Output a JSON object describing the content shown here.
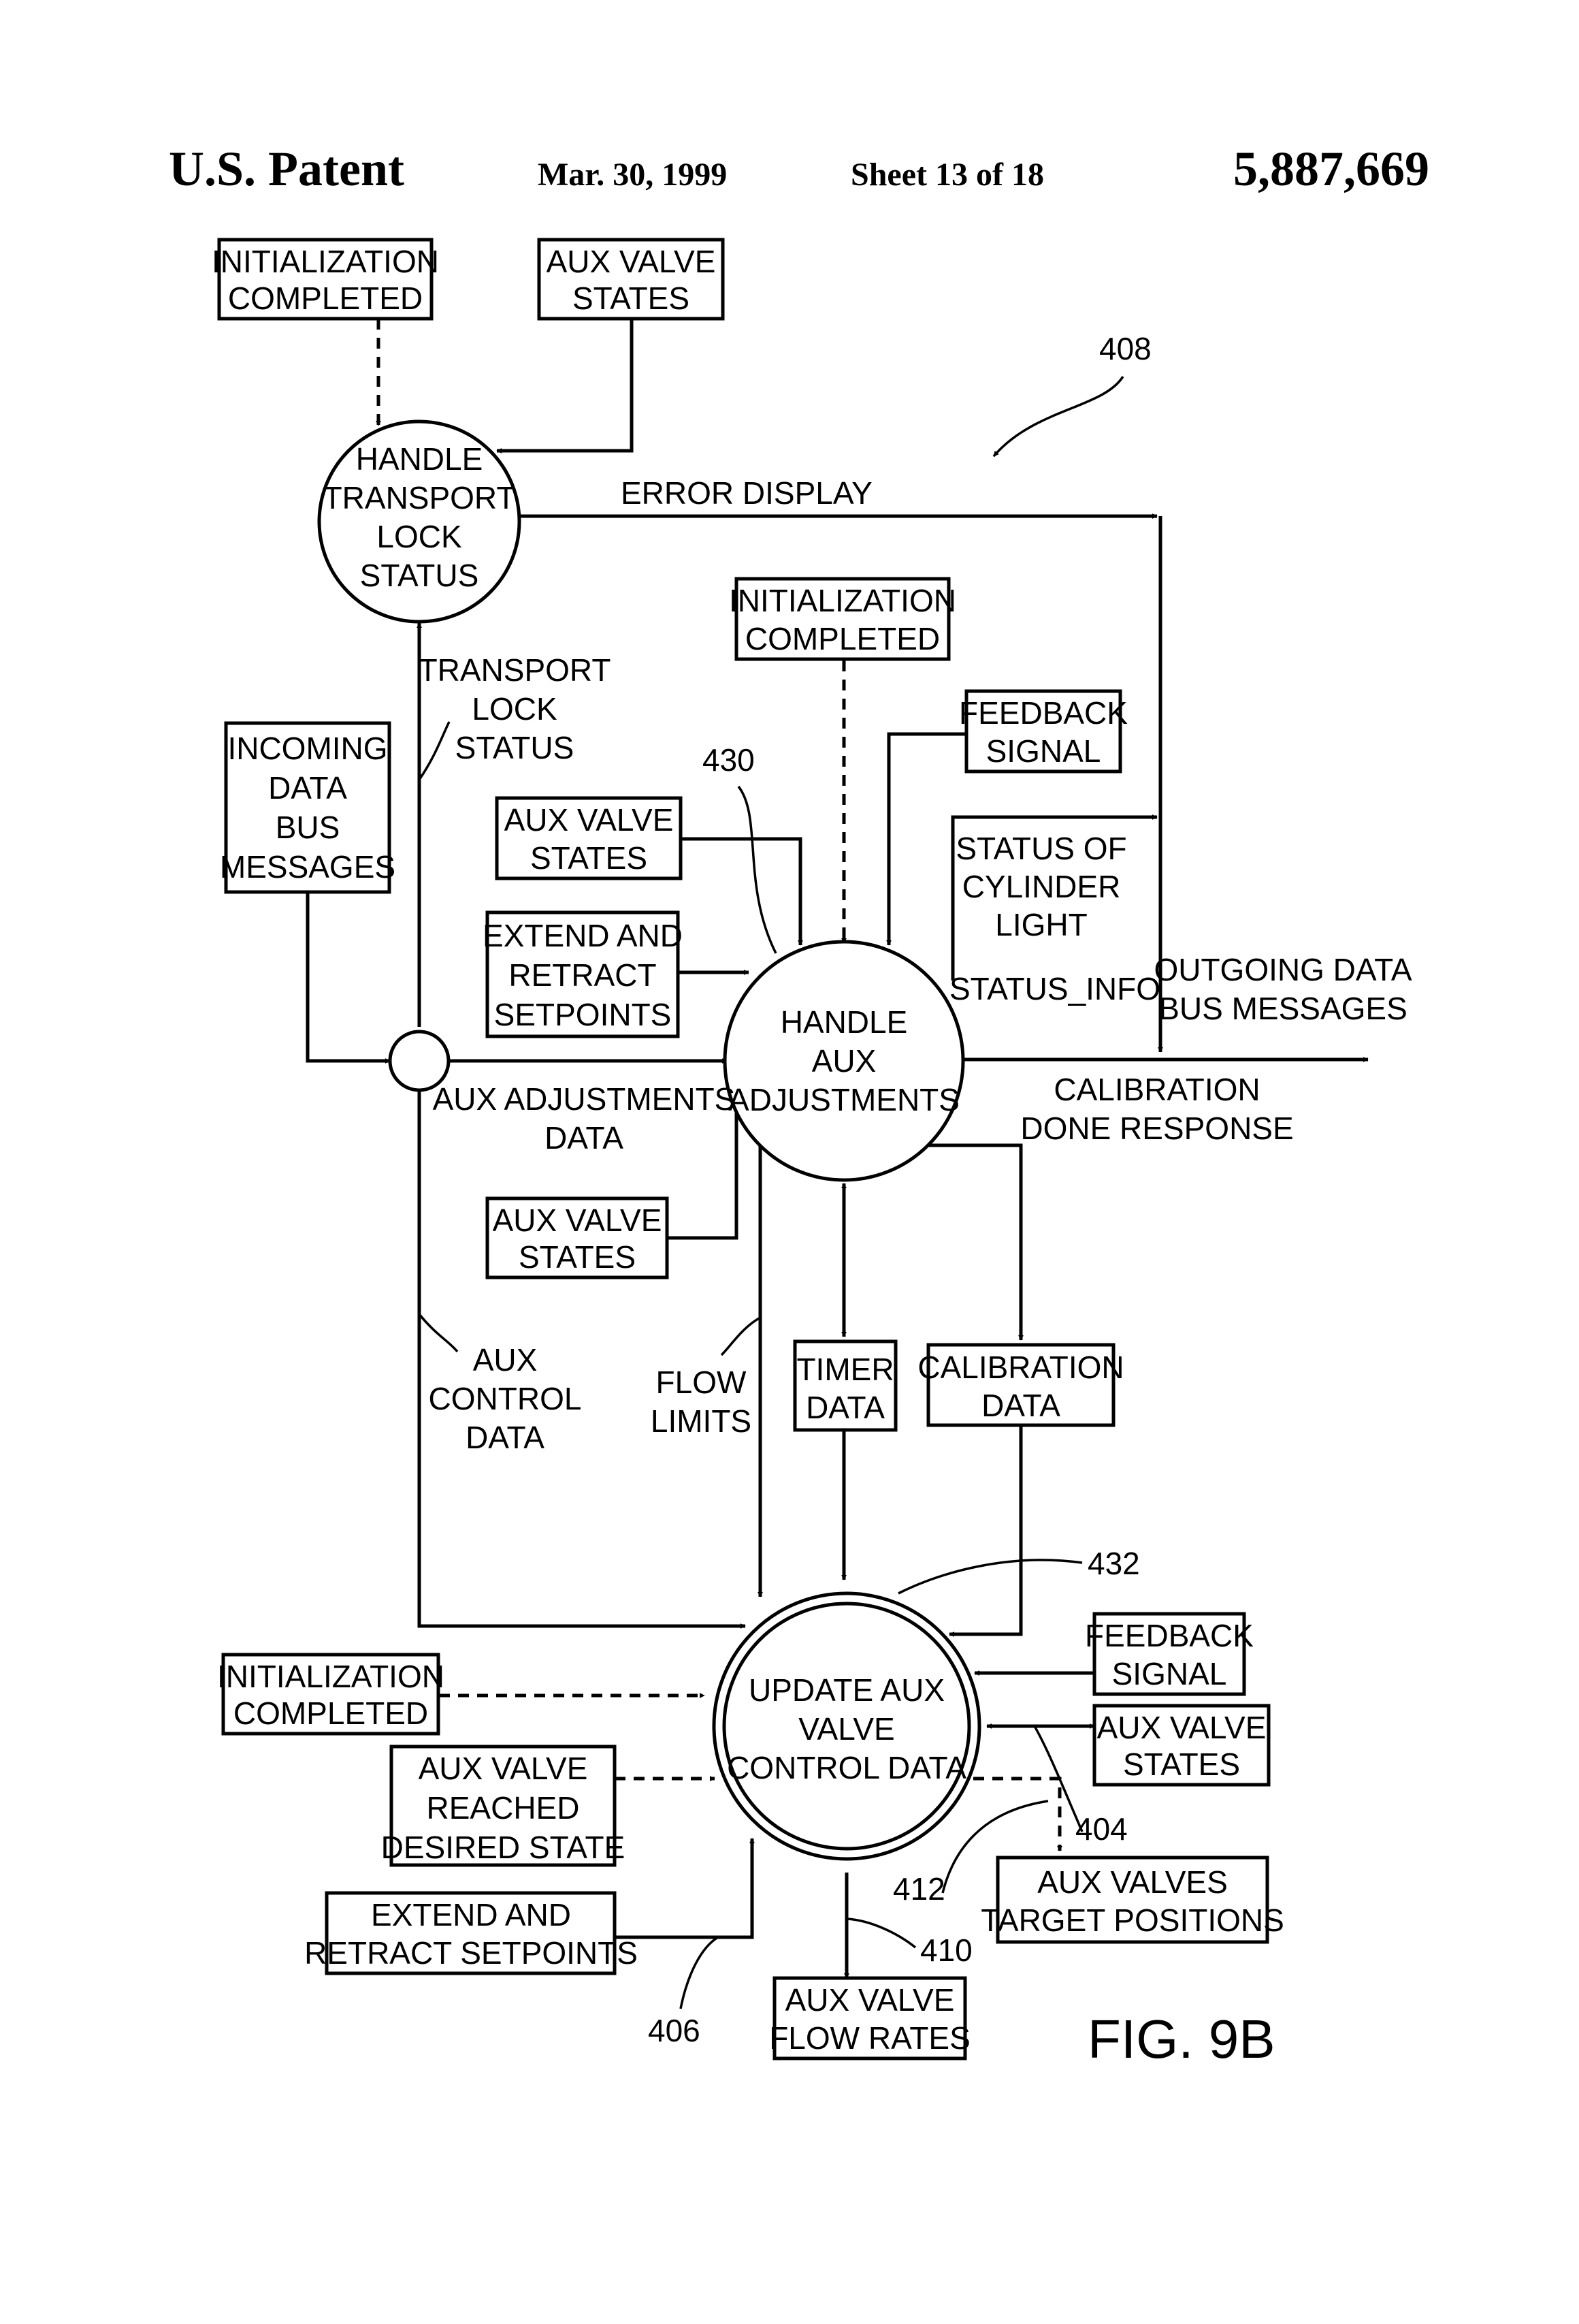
{
  "header": {
    "left": "U.S. Patent",
    "date": "Mar. 30, 1999",
    "sheet": "Sheet 13 of 18",
    "number": "5,887,669"
  },
  "processes": {
    "handle_transport": [
      "HANDLE",
      "TRANSPORT",
      "LOCK",
      "STATUS"
    ],
    "handle_aux": [
      "HANDLE",
      "AUX",
      "ADJUSTMENTS"
    ],
    "update_aux": [
      "UPDATE AUX",
      "VALVE",
      "CONTROL DATA"
    ]
  },
  "boxes": {
    "init_top": [
      "INITIALIZATION",
      "COMPLETED"
    ],
    "aux_valve_states_top": [
      "AUX VALVE",
      "STATES"
    ],
    "incoming": [
      "INCOMING",
      "DATA",
      "BUS",
      "MESSAGES"
    ],
    "init_mid": [
      "INITIALIZATION",
      "COMPLETED"
    ],
    "feedback_mid": [
      "FEEDBACK",
      "SIGNAL"
    ],
    "aux_valve_states_mid": [
      "AUX VALVE",
      "STATES"
    ],
    "extend_mid": [
      "EXTEND  AND",
      "RETRACT",
      "SETPOINTS"
    ],
    "aux_valve_states_low": [
      "AUX VALVE",
      "STATES"
    ],
    "timer": [
      "TIMER",
      "DATA"
    ],
    "calibration": [
      "CALIBRATION",
      "DATA"
    ],
    "feedback_low": [
      "FEEDBACK",
      "SIGNAL"
    ],
    "init_low": [
      "INITIALIZATION",
      "COMPLETED"
    ],
    "aux_valve_states_right": [
      "AUX VALVE",
      "STATES"
    ],
    "reached": [
      "AUX VALVE",
      "REACHED",
      "DESIRED  STATE"
    ],
    "targets": [
      "AUX VALVES",
      "TARGET POSITIONS"
    ],
    "extend_low": [
      "EXTEND  AND",
      "RETRACT  SETPOINTS"
    ],
    "flow_rates": [
      "AUX VALVE",
      "FLOW  RATES"
    ]
  },
  "flow_labels": {
    "error_display": "ERROR  DISPLAY",
    "transport_lock_status": [
      "TRANSPORT",
      "LOCK",
      "STATUS"
    ],
    "status_cylinder": [
      "STATUS  OF",
      "CYLINDER",
      "LIGHT"
    ],
    "status_info": "STATUS_INFO",
    "outgoing": [
      "OUTGOING  DATA",
      "BUS  MESSAGES"
    ],
    "aux_adjust_data": [
      "AUX  ADJUSTMENTS",
      "DATA"
    ],
    "calibration_done": [
      "CALIBRATION",
      "DONE  RESPONSE"
    ],
    "aux_control_data": [
      "AUX",
      "CONTROL",
      "DATA"
    ],
    "flow_limits": [
      "FLOW",
      "LIMITS"
    ]
  },
  "refs": {
    "r408": "408",
    "r430": "430",
    "r432": "432",
    "r404": "404",
    "r412": "412",
    "r410": "410",
    "r406": "406"
  },
  "figure_label": "FIG.  9B"
}
